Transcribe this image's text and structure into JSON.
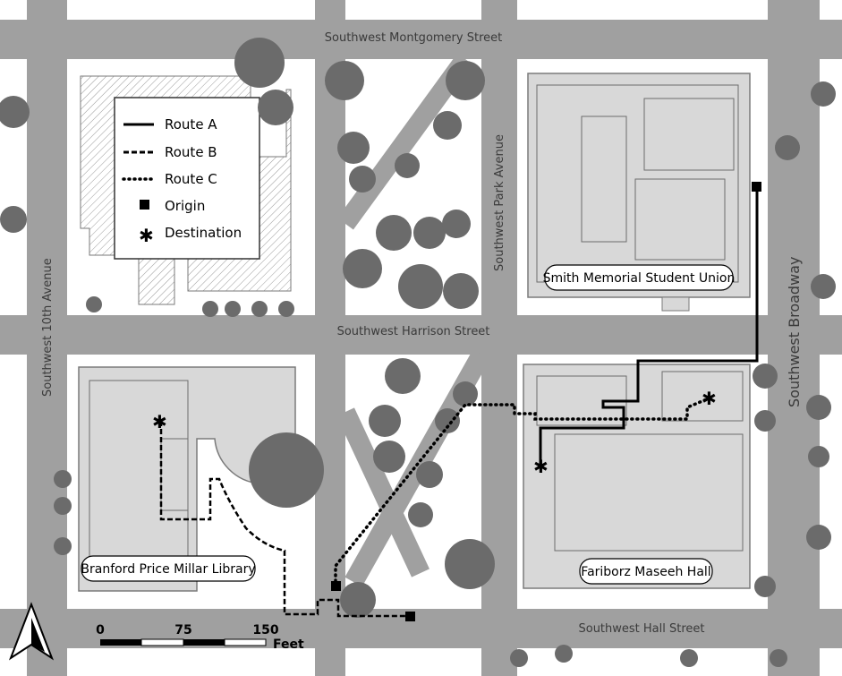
{
  "streets": {
    "montgomery": "Southwest Montgomery Street",
    "harrison": "Southwest Harrison Street",
    "hall": "Southwest Hall Street",
    "tenth": "Southwest 10th Avenue",
    "park": "Southwest Park Avenue",
    "broadway": "Southwest Broadway"
  },
  "buildings": {
    "smu": "Smith Memorial Student Union",
    "library": "Branford Price Millar Library",
    "fmh": "Fariborz Maseeh Hall"
  },
  "legend": {
    "route_a": "Route A",
    "route_b": "Route B",
    "route_c": "Route C",
    "origin": "Origin",
    "destination": "Destination"
  },
  "scale": {
    "t0": "0",
    "t1": "75",
    "t2": "150",
    "unit": "Feet"
  },
  "colors": {
    "street": "#a0a0a0",
    "building": "#d8d8d8",
    "tree": "#6b6b6b",
    "route": "#000000"
  }
}
